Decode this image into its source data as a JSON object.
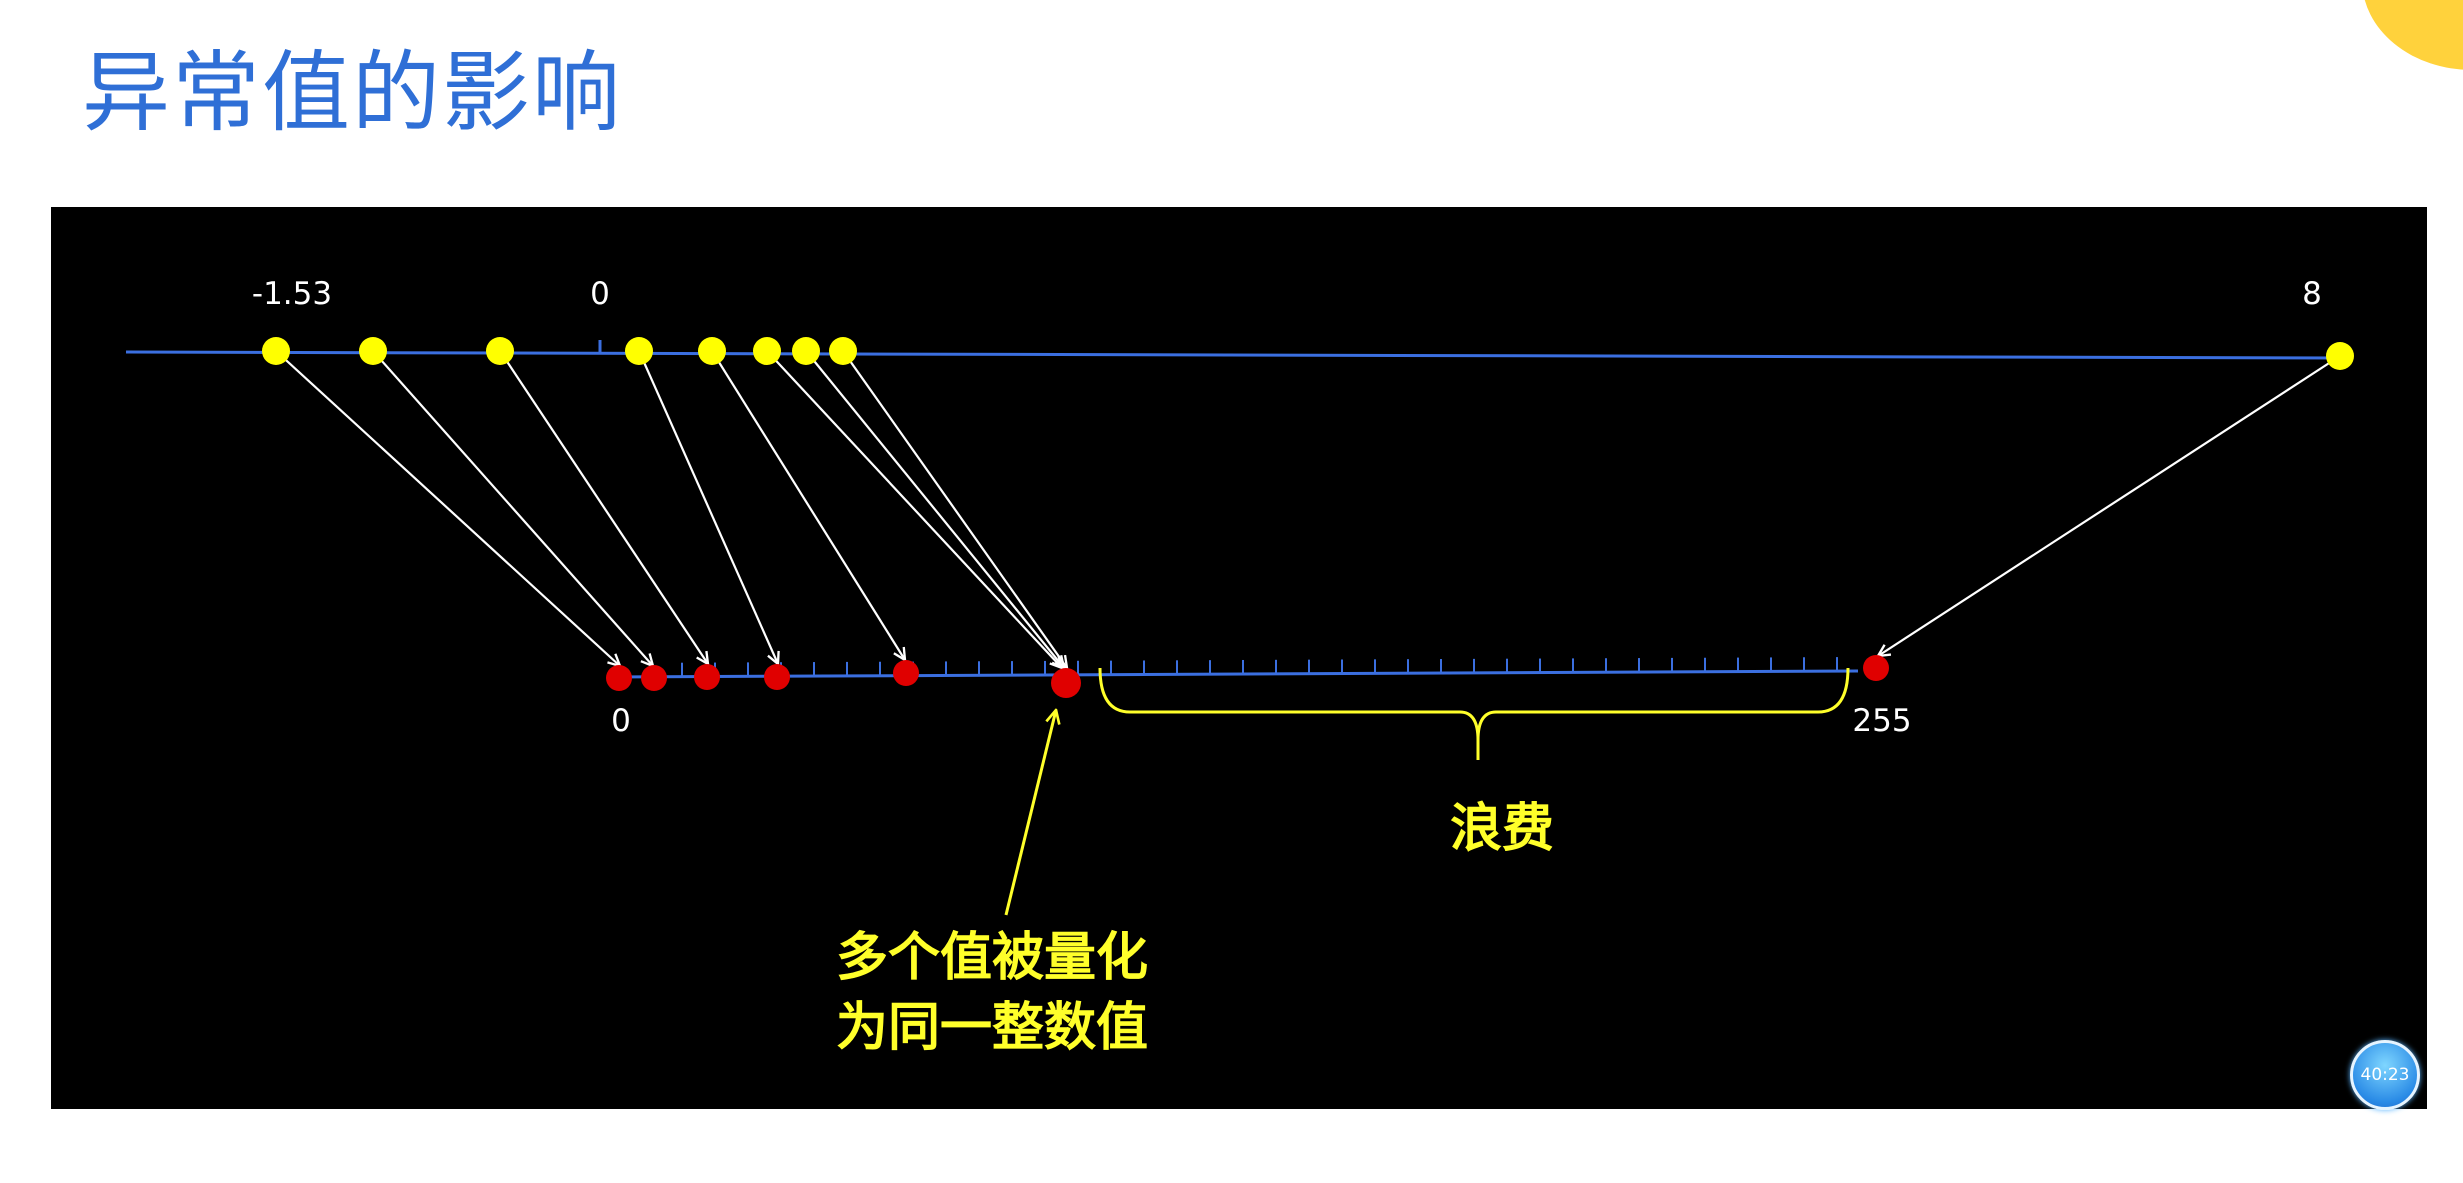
{
  "slide": {
    "title": "异常值的影响"
  },
  "diagram": {
    "top_axis": {
      "min_label": "-1.53",
      "zero_label": "0",
      "max_label": "8"
    },
    "bottom_axis": {
      "min_label": "0",
      "max_label": "255"
    },
    "annotations": {
      "waste": "浪费",
      "collision_line1": "多个值被量化",
      "collision_line2": "为同一整数值"
    },
    "colors": {
      "float_point": "#ffff00",
      "quant_point": "#e00000",
      "axis": "#3b6fe0",
      "arrow": "#ffffff",
      "annotation": "#ffff2a"
    }
  },
  "timer": {
    "text": "40:23"
  }
}
